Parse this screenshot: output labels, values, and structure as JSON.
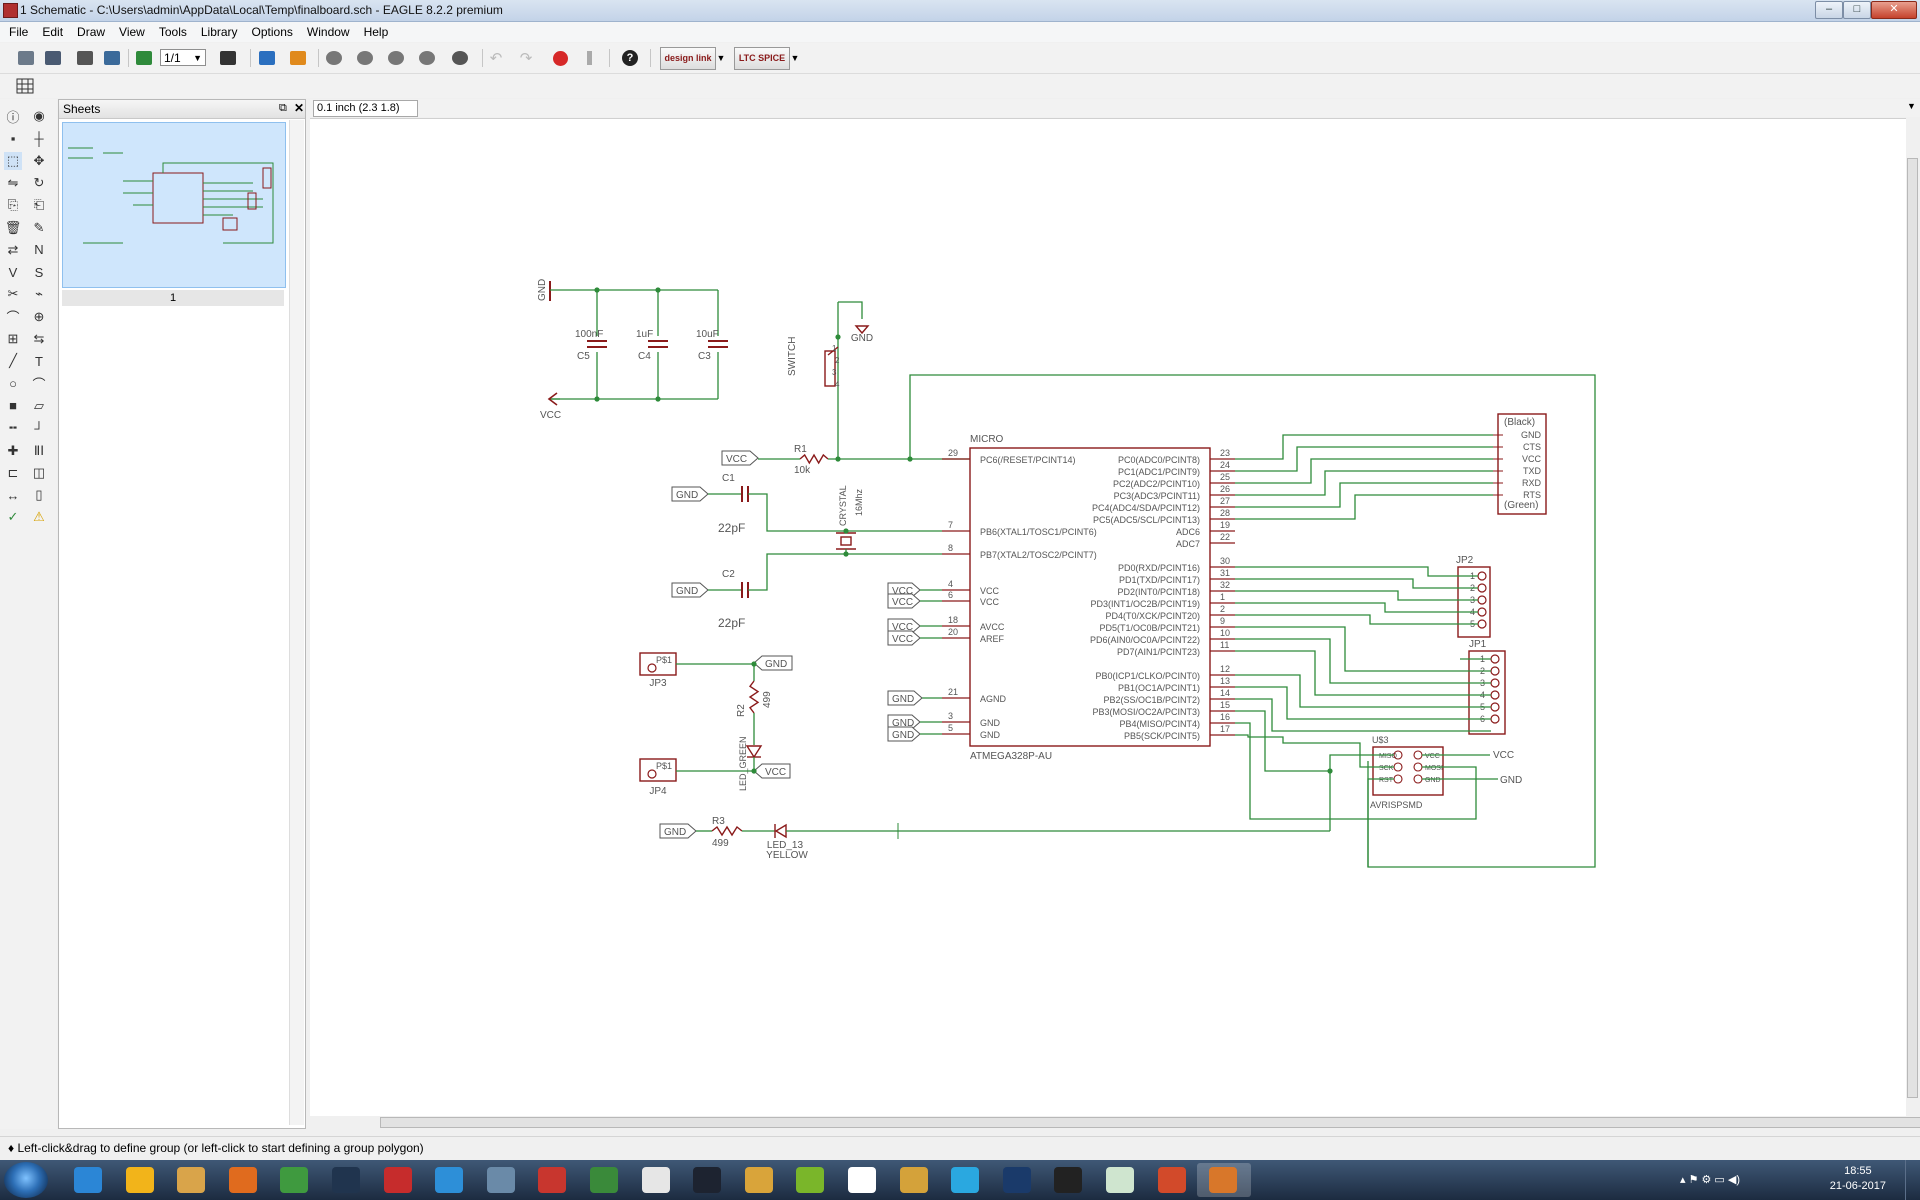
{
  "window": {
    "title": "1 Schematic - C:\\Users\\admin\\AppData\\Local\\Temp\\finalboard.sch - EAGLE 8.2.2 premium"
  },
  "menu": [
    "File",
    "Edit",
    "Draw",
    "View",
    "Tools",
    "Library",
    "Options",
    "Window",
    "Help"
  ],
  "toolbar": {
    "page_selector": "1/1",
    "design_link": "design link",
    "ltspice": "LTC SPICE"
  },
  "sheets_panel": {
    "title": "Sheets",
    "sheet_number": "1"
  },
  "coordinate_display": "0.1 inch (2.3 1.8)",
  "status_text": "♦ Left-click&drag to define group (or left-click to start defining a group polygon)",
  "clock": {
    "time": "18:55",
    "date": "21-06-2017"
  },
  "schematic": {
    "colors": {
      "net": "#2e8b3a",
      "symbol": "#8a1a1a",
      "text": "#555555"
    },
    "mcu": {
      "name": "MICRO",
      "value": "ATMEGA328P-AU",
      "left_pins": [
        {
          "num": "29",
          "name": "PC6(/RESET/PCINT14)"
        },
        {
          "num": "7",
          "name": "PB6(XTAL1/TOSC1/PCINT6)"
        },
        {
          "num": "8",
          "name": "PB7(XTAL2/TOSC2/PCINT7)"
        },
        {
          "num": "4",
          "name": "VCC"
        },
        {
          "num": "6",
          "name": "VCC"
        },
        {
          "num": "18",
          "name": "AVCC"
        },
        {
          "num": "20",
          "name": "AREF"
        },
        {
          "num": "21",
          "name": "AGND"
        },
        {
          "num": "3",
          "name": "GND"
        },
        {
          "num": "5",
          "name": "GND"
        }
      ],
      "right_pins": [
        {
          "num": "23",
          "name": "PC0(ADC0/PCINT8)"
        },
        {
          "num": "24",
          "name": "PC1(ADC1/PCINT9)"
        },
        {
          "num": "25",
          "name": "PC2(ADC2/PCINT10)"
        },
        {
          "num": "26",
          "name": "PC3(ADC3/PCINT11)"
        },
        {
          "num": "27",
          "name": "PC4(ADC4/SDA/PCINT12)"
        },
        {
          "num": "28",
          "name": "PC5(ADC5/SCL/PCINT13)"
        },
        {
          "num": "19",
          "name": "ADC6"
        },
        {
          "num": "22",
          "name": "ADC7"
        },
        {
          "num": "30",
          "name": "PD0(RXD/PCINT16)"
        },
        {
          "num": "31",
          "name": "PD1(TXD/PCINT17)"
        },
        {
          "num": "32",
          "name": "PD2(INT0/PCINT18)"
        },
        {
          "num": "1",
          "name": "PD3(INT1/OC2B/PCINT19)"
        },
        {
          "num": "2",
          "name": "PD4(T0/XCK/PCINT20)"
        },
        {
          "num": "9",
          "name": "PD5(T1/OC0B/PCINT21)"
        },
        {
          "num": "10",
          "name": "PD6(AIN0/OC0A/PCINT22)"
        },
        {
          "num": "11",
          "name": "PD7(AIN1/PCINT23)"
        },
        {
          "num": "12",
          "name": "PB0(ICP1/CLKO/PCINT0)"
        },
        {
          "num": "13",
          "name": "PB1(OC1A/PCINT1)"
        },
        {
          "num": "14",
          "name": "PB2(SS/OC1B/PCINT2)"
        },
        {
          "num": "15",
          "name": "PB3(MOSI/OC2A/PCINT3)"
        },
        {
          "num": "16",
          "name": "PB4(MISO/PCINT4)"
        },
        {
          "num": "17",
          "name": "PB5(SCK/PCINT5)"
        }
      ]
    },
    "ftdi_header": {
      "top": "(Black)",
      "bottom": "(Green)",
      "pins": [
        "GND",
        "CTS",
        "VCC",
        "TXD",
        "RXD",
        "RTS"
      ]
    },
    "jp2": {
      "name": "JP2",
      "pins": [
        "1",
        "2",
        "3",
        "4",
        "5"
      ]
    },
    "jp1": {
      "name": "JP1",
      "pins": [
        "1",
        "2",
        "3",
        "4",
        "5",
        "6"
      ]
    },
    "isp": {
      "name": "U$3",
      "value": "AVRISPSMD",
      "left": [
        "MISO",
        "SCK",
        "RST"
      ],
      "right": [
        "VCC",
        "MOSI",
        "GND"
      ]
    },
    "labels": {
      "gnd": "GND",
      "vcc": "VCC",
      "c5": "C5",
      "c5v": "100nF",
      "c4": "C4",
      "c4v": "1uF",
      "c3": "C3",
      "c3v": "10uF",
      "c1": "C1",
      "c1v": "22pF",
      "c2": "C2",
      "c2v": "22pF",
      "r1": "R1",
      "r1v": "10k",
      "r2": "R2",
      "r2v": "499",
      "r3": "R3",
      "r3v": "499",
      "crystal": "CRYSTAL",
      "crystal_v": "16Mhz",
      "switch": "SWITCH",
      "jp3": "JP3",
      "jp4": "JP4",
      "p1": "P$1",
      "led_green": "LED_GREEN",
      "led13": "LED_13",
      "led13v": "YELLOW",
      "sw_pins": [
        "1",
        "2",
        "3",
        "4"
      ]
    }
  }
}
